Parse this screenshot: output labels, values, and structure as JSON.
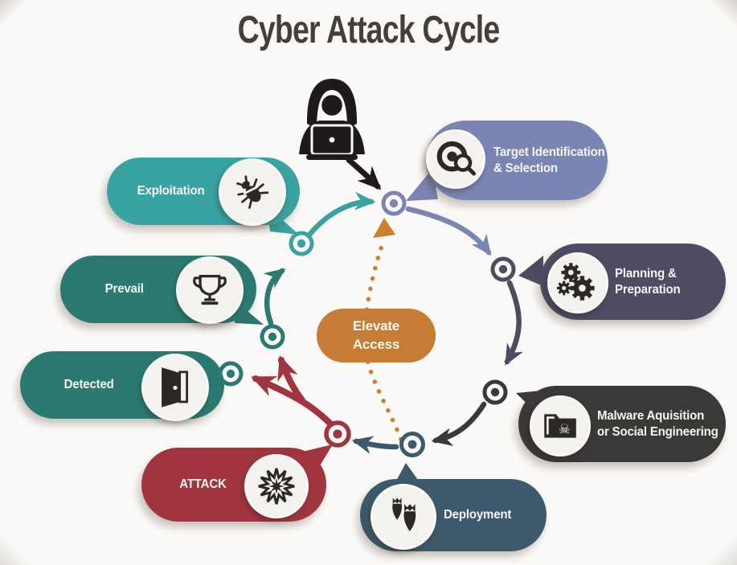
{
  "title": "Cyber Attack Cycle",
  "attacker": {
    "icon": "hacker-laptop-icon",
    "color": "#1d1a19"
  },
  "center": {
    "lines": [
      "Elevate",
      "Access"
    ],
    "color": "#c77c35",
    "arrow_color": "#cd7f2e"
  },
  "icons": {
    "skull": "☠"
  },
  "stages": [
    {
      "name": "target-identification",
      "lines": [
        "Target Identification",
        "& Selection"
      ],
      "color": "#7b85b4",
      "icon": "target-search-icon"
    },
    {
      "name": "planning-preparation",
      "lines": [
        "Planning &",
        "Preparation"
      ],
      "color": "#4e4c62",
      "icon": "gears-icon"
    },
    {
      "name": "malware-acquisition",
      "lines": [
        "Malware Aquisition",
        "or Social Engineering"
      ],
      "color": "#3b3838",
      "icon": "folder-skull-icon"
    },
    {
      "name": "deployment",
      "lines": [
        "Deployment"
      ],
      "color": "#3c5a6c",
      "icon": "bombs-icon"
    },
    {
      "name": "attack",
      "lines": [
        "ATTACK"
      ],
      "color": "#a03540",
      "icon": "starburst-icon"
    },
    {
      "name": "detected",
      "lines": [
        "Detected"
      ],
      "color": "#2b7a72",
      "icon": "open-door-icon"
    },
    {
      "name": "prevail",
      "lines": [
        "Prevail"
      ],
      "color": "#2b7a72",
      "icon": "trophy-icon"
    },
    {
      "name": "exploitation",
      "lines": [
        "Exploitation"
      ],
      "color": "#38a3a1",
      "icon": "bug-icon"
    }
  ],
  "flow": {
    "sequence": [
      "target-identification",
      "planning-preparation",
      "malware-acquisition",
      "deployment",
      "attack"
    ],
    "branch_from_attack": [
      "detected",
      "prevail"
    ],
    "continues": [
      "prevail",
      "exploitation",
      "target-identification"
    ],
    "shortcut": {
      "from": "deployment",
      "to": "target-identification",
      "via": "Elevate Access",
      "style": "dotted"
    }
  }
}
